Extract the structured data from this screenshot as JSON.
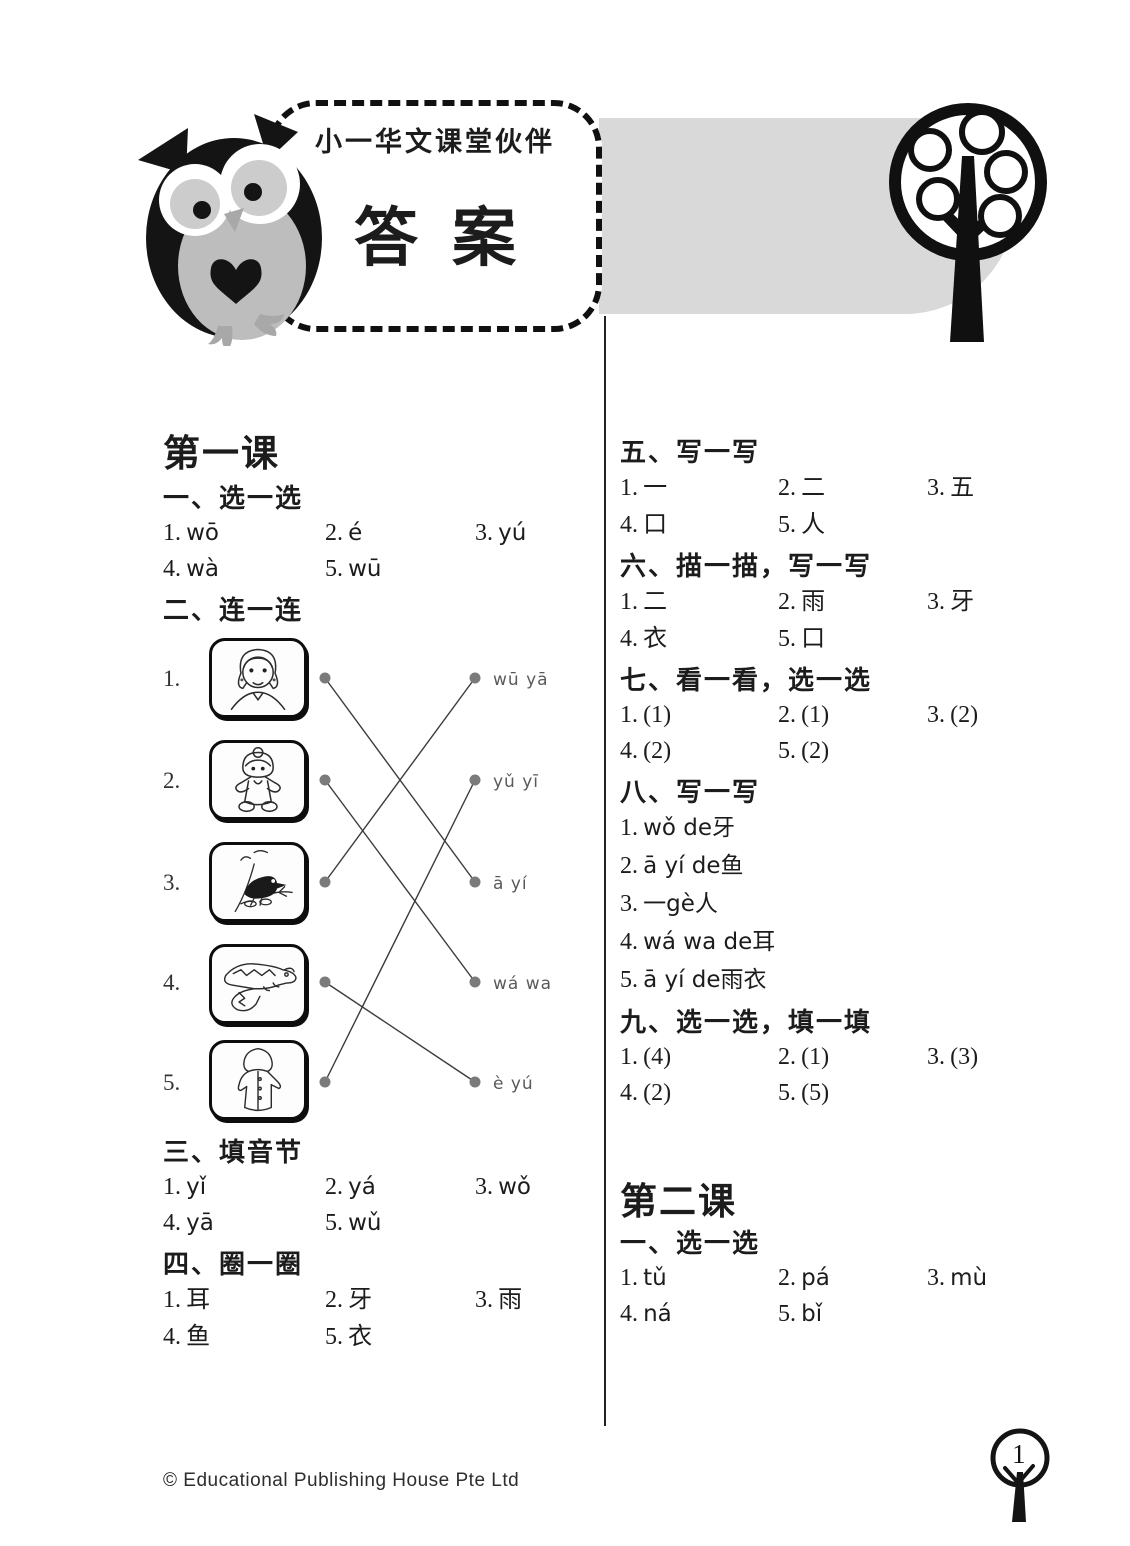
{
  "header": {
    "series_title": "小一华文课堂伙伴",
    "answers_title": "答案"
  },
  "lesson1": {
    "title": "第一课",
    "s1": {
      "title": "一、选一选",
      "items": [
        {
          "n": "1.",
          "v": "wō"
        },
        {
          "n": "2.",
          "v": "é"
        },
        {
          "n": "3.",
          "v": "yú"
        },
        {
          "n": "4.",
          "v": "wà"
        },
        {
          "n": "5.",
          "v": "wū"
        }
      ]
    },
    "s2": {
      "title": "二、连一连",
      "left_items": [
        {
          "n": "1.",
          "image": "aunt"
        },
        {
          "n": "2.",
          "image": "doll"
        },
        {
          "n": "3.",
          "image": "crow"
        },
        {
          "n": "4.",
          "image": "crocodile"
        },
        {
          "n": "5.",
          "image": "raincoat"
        }
      ],
      "right_labels": [
        "wū yā",
        "yǔ yī",
        "ā yí",
        "wá wa",
        "è yú"
      ],
      "connections": [
        [
          0,
          2
        ],
        [
          1,
          3
        ],
        [
          2,
          0
        ],
        [
          3,
          4
        ],
        [
          4,
          1
        ]
      ]
    },
    "s3": {
      "title": "三、填音节",
      "items": [
        {
          "n": "1.",
          "v": "yǐ"
        },
        {
          "n": "2.",
          "v": "yá"
        },
        {
          "n": "3.",
          "v": "wǒ"
        },
        {
          "n": "4.",
          "v": "yā"
        },
        {
          "n": "5.",
          "v": "wǔ"
        }
      ]
    },
    "s4": {
      "title": "四、圈一圈",
      "items": [
        {
          "n": "1.",
          "v": "耳"
        },
        {
          "n": "2.",
          "v": "牙"
        },
        {
          "n": "3.",
          "v": "雨"
        },
        {
          "n": "4.",
          "v": "鱼"
        },
        {
          "n": "5.",
          "v": "衣"
        }
      ]
    },
    "s5": {
      "title": "五、写一写",
      "items": [
        {
          "n": "1.",
          "v": "一"
        },
        {
          "n": "2.",
          "v": "二"
        },
        {
          "n": "3.",
          "v": "五"
        },
        {
          "n": "4.",
          "v": "口"
        },
        {
          "n": "5.",
          "v": "人"
        }
      ]
    },
    "s6": {
      "title": "六、描一描，写一写",
      "items": [
        {
          "n": "1.",
          "v": "二"
        },
        {
          "n": "2.",
          "v": "雨"
        },
        {
          "n": "3.",
          "v": "牙"
        },
        {
          "n": "4.",
          "v": "衣"
        },
        {
          "n": "5.",
          "v": "口"
        }
      ]
    },
    "s7": {
      "title": "七、看一看，选一选",
      "items": [
        {
          "n": "1.",
          "v": "(1)"
        },
        {
          "n": "2.",
          "v": "(1)"
        },
        {
          "n": "3.",
          "v": "(2)"
        },
        {
          "n": "4.",
          "v": "(2)"
        },
        {
          "n": "5.",
          "v": "(2)"
        }
      ]
    },
    "s8": {
      "title": "八、写一写",
      "items": [
        {
          "n": "1.",
          "v": "wǒ de牙"
        },
        {
          "n": "2.",
          "v": "ā yí de鱼"
        },
        {
          "n": "3.",
          "v": "一gè人"
        },
        {
          "n": "4.",
          "v": "wá wa de耳"
        },
        {
          "n": "5.",
          "v": "ā yí de雨衣"
        }
      ]
    },
    "s9": {
      "title": "九、选一选，填一填",
      "items": [
        {
          "n": "1.",
          "v": "(4)"
        },
        {
          "n": "2.",
          "v": "(1)"
        },
        {
          "n": "3.",
          "v": "(3)"
        },
        {
          "n": "4.",
          "v": "(2)"
        },
        {
          "n": "5.",
          "v": "(5)"
        }
      ]
    }
  },
  "lesson2": {
    "title": "第二课",
    "s1": {
      "title": "一、选一选",
      "items": [
        {
          "n": "1.",
          "v": "tǔ"
        },
        {
          "n": "2.",
          "v": "pá"
        },
        {
          "n": "3.",
          "v": "mù"
        },
        {
          "n": "4.",
          "v": "ná"
        },
        {
          "n": "5.",
          "v": "bǐ"
        }
      ]
    }
  },
  "footer": {
    "copyright": "© Educational Publishing House Pte Ltd",
    "page_number": "1"
  },
  "colors": {
    "banner_gray": "#d9d9d9",
    "dot_gray": "#7b7b7b",
    "ink_black": "#1c1c1c"
  }
}
